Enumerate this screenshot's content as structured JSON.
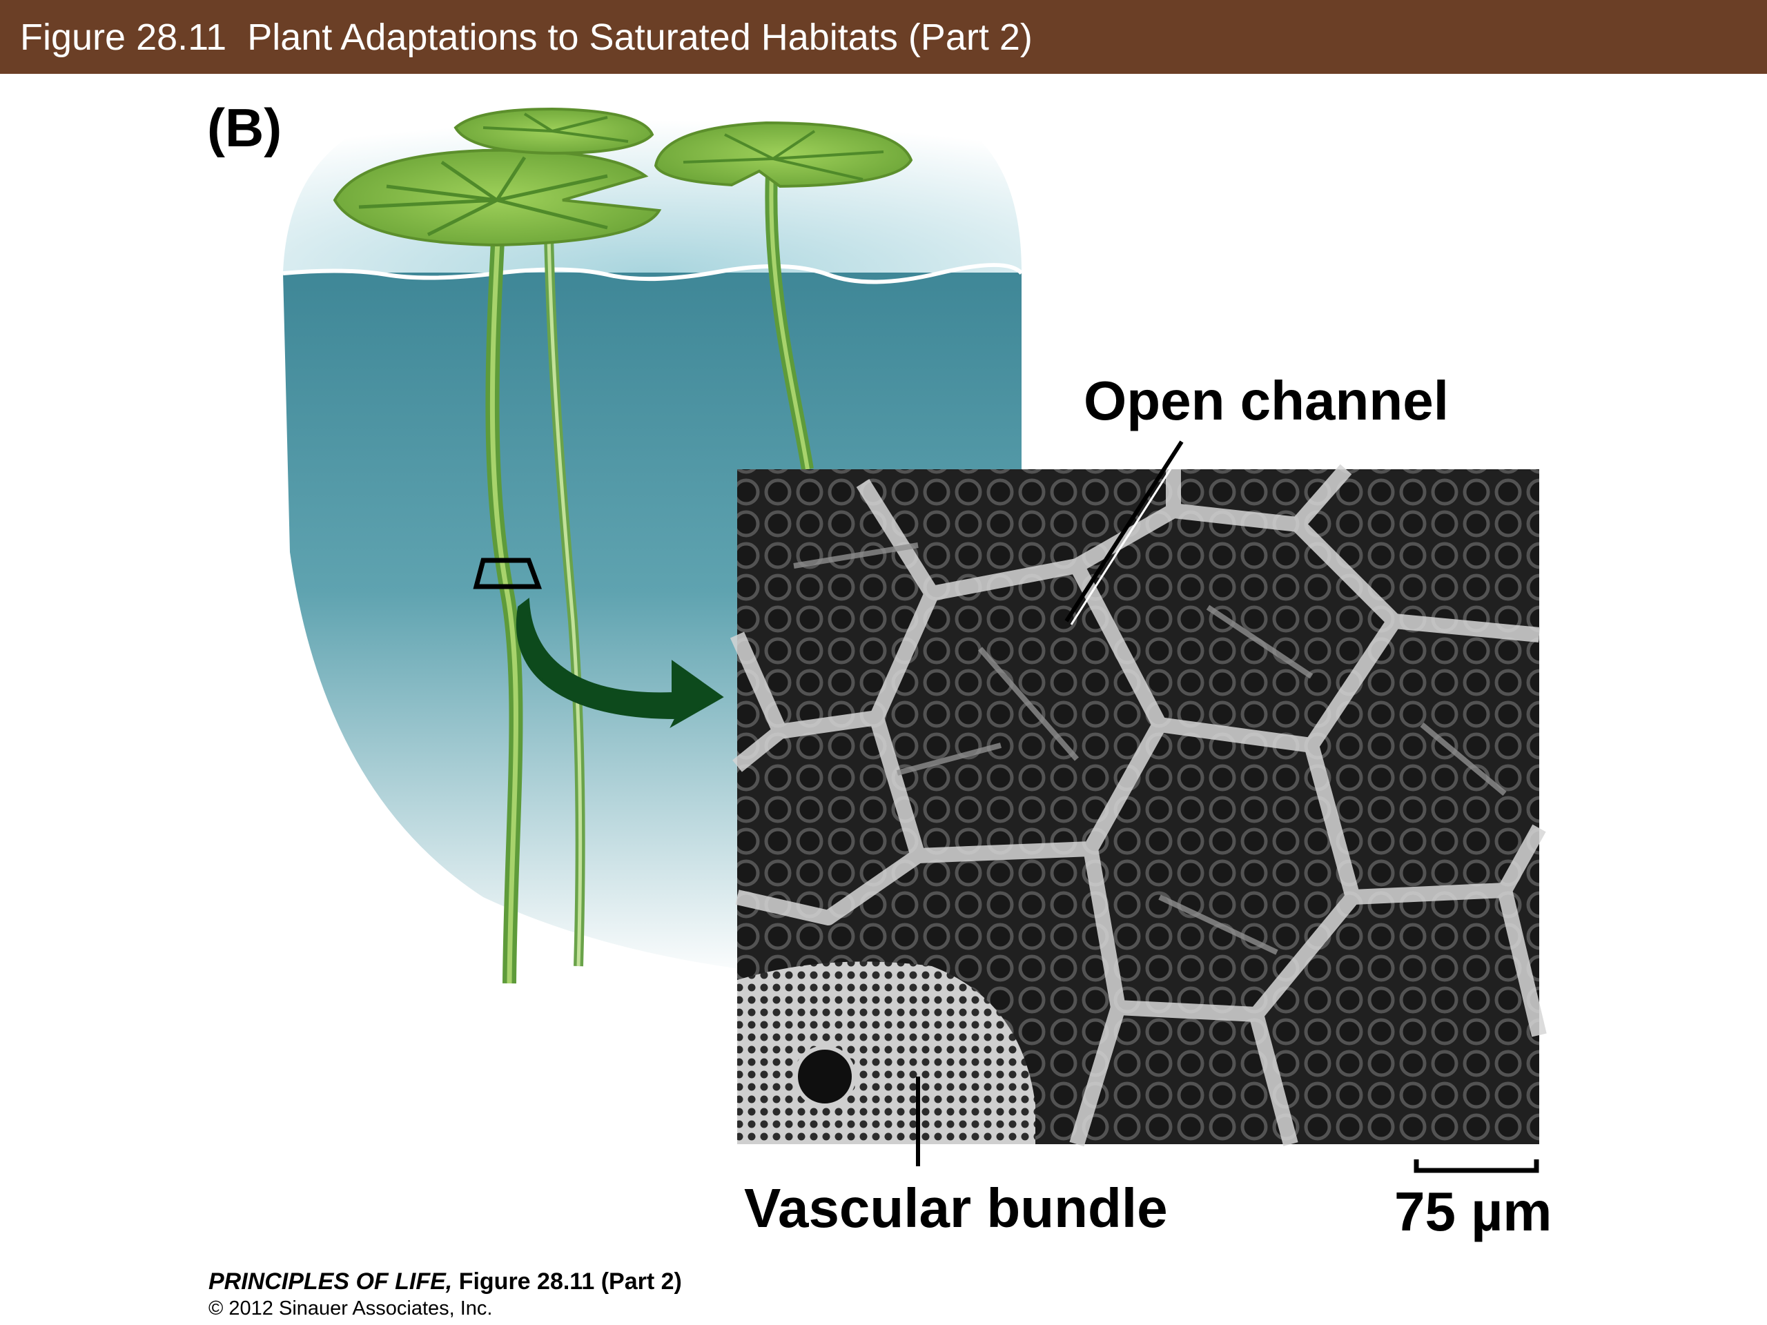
{
  "header": {
    "title": "Figure 28.11  Plant Adaptations to Saturated Habitats (Part 2)"
  },
  "panel": {
    "label": "(B)"
  },
  "labels": {
    "open_channel": "Open channel",
    "vascular_bundle": "Vascular bundle",
    "scale_bar": "75 µm"
  },
  "footer": {
    "book": "PRINCIPLES OF LIFE,",
    "figure": " Figure 28.11 (Part 2)",
    "copyright": "© 2012 Sinauer Associates, Inc."
  },
  "colors": {
    "header_bg": "#6b3f26",
    "water_deep": "#3f8797",
    "water_light": "#d9eef2",
    "leaf": "#8fc44a",
    "arrow": "#0d4a1c"
  }
}
